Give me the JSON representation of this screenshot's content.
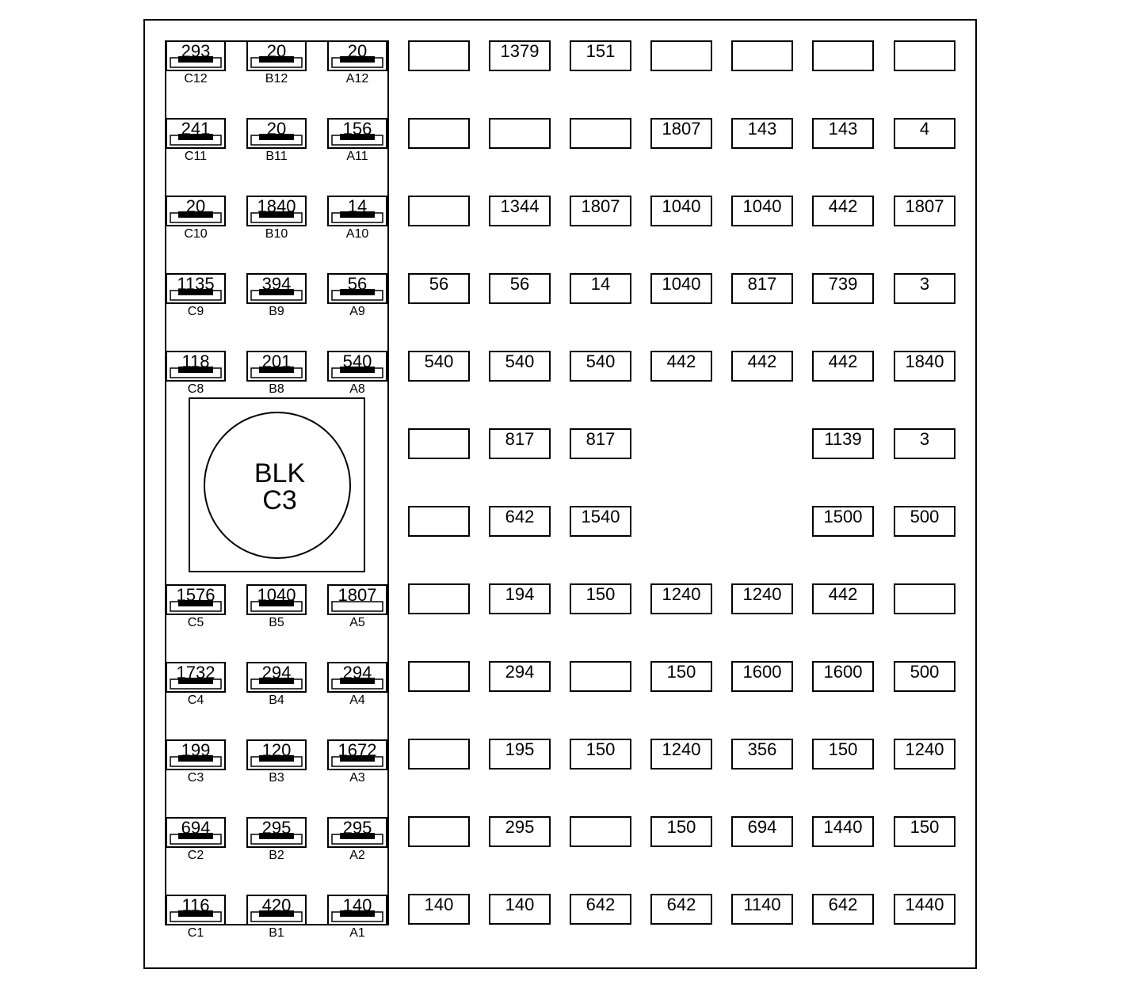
{
  "connector": {
    "line1": "BLK",
    "line2": "C3"
  },
  "cavities_top": [
    [
      {
        "num": "293",
        "pin": "C12"
      },
      {
        "num": "20",
        "pin": "B12"
      },
      {
        "num": "20",
        "pin": "A12"
      }
    ],
    [
      {
        "num": "241",
        "pin": "C11"
      },
      {
        "num": "20",
        "pin": "B11"
      },
      {
        "num": "156",
        "pin": "A11"
      }
    ],
    [
      {
        "num": "20",
        "pin": "C10"
      },
      {
        "num": "1840",
        "pin": "B10"
      },
      {
        "num": "14",
        "pin": "A10"
      }
    ],
    [
      {
        "num": "1135",
        "pin": "C9"
      },
      {
        "num": "394",
        "pin": "B9"
      },
      {
        "num": "56",
        "pin": "A9"
      }
    ],
    [
      {
        "num": "118",
        "pin": "C8"
      },
      {
        "num": "201",
        "pin": "B8"
      },
      {
        "num": "540",
        "pin": "A8"
      }
    ]
  ],
  "cavities_bottom": [
    [
      {
        "num": "1576",
        "pin": "C5"
      },
      {
        "num": "1040",
        "pin": "B5"
      },
      {
        "num": "1807",
        "pin": "A5",
        "open": true
      }
    ],
    [
      {
        "num": "1732",
        "pin": "C4"
      },
      {
        "num": "294",
        "pin": "B4"
      },
      {
        "num": "294",
        "pin": "A4"
      }
    ],
    [
      {
        "num": "199",
        "pin": "C3"
      },
      {
        "num": "120",
        "pin": "B3"
      },
      {
        "num": "1672",
        "pin": "A3"
      }
    ],
    [
      {
        "num": "694",
        "pin": "C2"
      },
      {
        "num": "295",
        "pin": "B2"
      },
      {
        "num": "295",
        "pin": "A2"
      }
    ],
    [
      {
        "num": "116",
        "pin": "C1"
      },
      {
        "num": "420",
        "pin": "B1"
      },
      {
        "num": "140",
        "pin": "A1"
      }
    ]
  ],
  "grid": [
    [
      "",
      "1379",
      "151",
      "",
      "",
      "",
      ""
    ],
    [
      "",
      "",
      "",
      "1807",
      "143",
      "143",
      "4"
    ],
    [
      "",
      "1344",
      "1807",
      "1040",
      "1040",
      "442",
      "1807"
    ],
    [
      "56",
      "56",
      "14",
      "1040",
      "817",
      "739",
      "3"
    ],
    [
      "540",
      "540",
      "540",
      "442",
      "442",
      "442",
      "1840"
    ],
    [
      "",
      "817",
      "817",
      null,
      null,
      "1139",
      "3"
    ],
    [
      "",
      "642",
      "1540",
      null,
      null,
      "1500",
      "500"
    ],
    [
      "",
      "194",
      "150",
      "1240",
      "1240",
      "442",
      ""
    ],
    [
      "",
      "294",
      "",
      "150",
      "1600",
      "1600",
      "500"
    ],
    [
      "",
      "195",
      "150",
      "1240",
      "356",
      "150",
      "1240"
    ],
    [
      "",
      "295",
      "",
      "150",
      "694",
      "1440",
      "150"
    ],
    [
      "140",
      "140",
      "642",
      "642",
      "1140",
      "642",
      "1440"
    ]
  ]
}
